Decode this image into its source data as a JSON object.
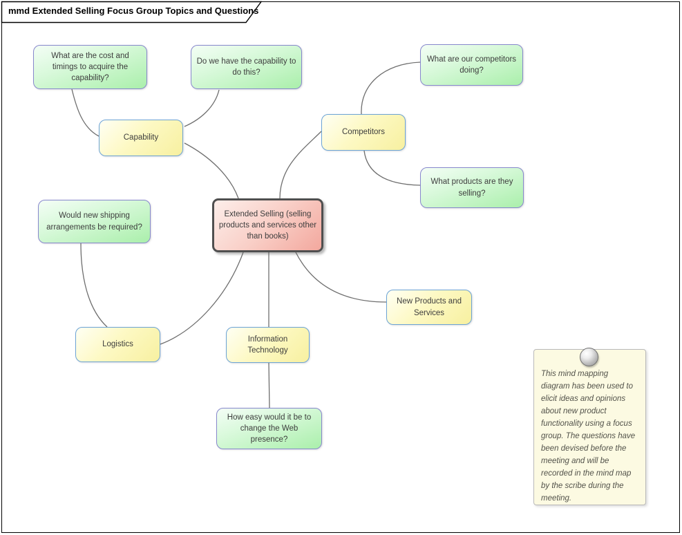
{
  "frame": {
    "title": "mmd Extended Selling Focus Group Topics and Questions"
  },
  "central": {
    "label": "Extended Selling (selling products and services other than books)"
  },
  "topics": [
    {
      "id": "capability",
      "label": "Capability"
    },
    {
      "id": "competitors",
      "label": "Competitors"
    },
    {
      "id": "logistics",
      "label": "Logistics"
    },
    {
      "id": "information-technology",
      "label": "Information Technology"
    },
    {
      "id": "new-products-and-services",
      "label": "New Products and Services"
    }
  ],
  "questions": [
    {
      "id": "cost-timings",
      "label": "What are the cost and timings to acquire the capability?"
    },
    {
      "id": "have-capability",
      "label": "Do we have the capability to do this?"
    },
    {
      "id": "competitors-doing",
      "label": "What are our competitors doing?"
    },
    {
      "id": "products-selling",
      "label": "What products are they selling?"
    },
    {
      "id": "shipping",
      "label": "Would new shipping arrangements be required?"
    },
    {
      "id": "web-presence",
      "label": "How easy would it be to change the Web presence?"
    }
  ],
  "note": {
    "text": "This mind mapping diagram has been used to elicit ideas and opinions about new product functionality using a focus group. The questions have been devised before the meeting and will be recorded in the mind map by the scribe during the meeting."
  },
  "colors": {
    "topic_fill": "#f7f0a0",
    "topic_border": "#6ba3d6",
    "question_fill": "#aaefab",
    "question_border": "#8787cd",
    "central_fill": "#f3a89e",
    "central_border": "#4f4f4f",
    "note_fill": "#fcfae2",
    "connector": "#6e6e6e"
  }
}
